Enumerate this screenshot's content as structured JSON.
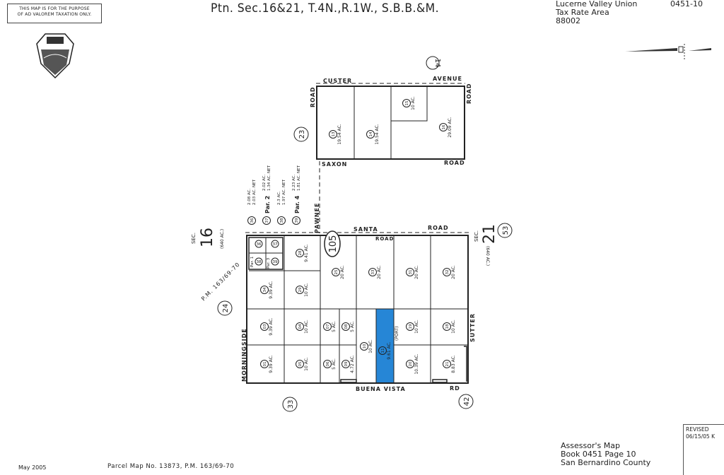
{
  "header": {
    "disclaimer": [
      "THIS MAP IS FOR THE PURPOSE",
      "OF AD VALOREM TAXATION ONLY."
    ],
    "title": "Ptn. Sec.16&21, T.4N.,R.1W., S.B.B.&M.",
    "tax_rate_area": [
      "Lucerne Valley Union",
      "Tax Rate Area",
      "88002"
    ],
    "map_code": "0451-10"
  },
  "footer": {
    "date": "May 2005",
    "parcel_map": "Parcel Map No. 13873, P.M. 163/69-70",
    "assessor": [
      "Assessor's Map",
      "Book 0451 Page 10",
      "San Bernardino County"
    ],
    "revised_label": "REVISED",
    "revised_date": "06/15/05 K"
  },
  "roads": {
    "custer": "CUSTER",
    "avenue": "AVENUE",
    "road_left": "ROAD",
    "road_right": "ROAD",
    "saxon": "SAXON",
    "saxon_road": "ROAD",
    "santa": "SANTA",
    "santa_road": "ROAD",
    "santa_road2": "ROAD",
    "pawnee": "PAWNEE",
    "morningside": "MORNINGSIDE",
    "sutter": "SUTTER",
    "buena_vista": "BUENA VISTA",
    "rd": "RD"
  },
  "page_refs": [
    "14",
    "23",
    "105",
    "53",
    "24",
    "33",
    "42"
  ],
  "sections": {
    "sec16": {
      "label": "SEC.",
      "number": "16",
      "area": "(640 AC.)"
    },
    "sec21": {
      "label": "SEC.",
      "number": "21",
      "area": "(640 AC.)"
    },
    "pm_ref": "P.M. 163/69-70"
  },
  "upper_block": {
    "parcels": [
      {
        "no": "13",
        "acres": "19.54 AC."
      },
      {
        "no": "14",
        "acres": "19.54 AC."
      },
      {
        "no": "15",
        "acres": "10 AC."
      },
      {
        "no": "16",
        "acres": "29.09 AC."
      }
    ]
  },
  "lower_block": {
    "parcels": [
      {
        "no": "28",
        "acres": "9.41 AC."
      },
      {
        "no": "34",
        "acres": "9.39 AC."
      },
      {
        "no": "29",
        "acres": "10 AC."
      },
      {
        "no": "25",
        "acres": "20 AC."
      },
      {
        "no": "33",
        "acres": "20 AC."
      },
      {
        "no": "31",
        "acres": "20 AC."
      },
      {
        "no": "32",
        "acres": "20 AC."
      },
      {
        "no": "03",
        "acres": "9.39 AC."
      },
      {
        "no": "04",
        "acres": "10 AC."
      },
      {
        "no": "07",
        "acres": "5 AC."
      },
      {
        "no": "08",
        "acres": "5 AC."
      },
      {
        "no": "10",
        "acres": "10 AC."
      },
      {
        "no": "11",
        "acres": "9.61 AC."
      },
      {
        "no": "19",
        "acres": "10 AC."
      },
      {
        "no": "18",
        "acres": "10 AC."
      },
      {
        "no": "01",
        "acres": "9.39 AC."
      },
      {
        "no": "05",
        "acres": "10 AC."
      },
      {
        "no": "06",
        "acres": "5 AC."
      },
      {
        "no": "09",
        "acres": "4.72 AC."
      },
      {
        "no": "20",
        "acres": "10.39 AC."
      },
      {
        "no": "21",
        "acres": "8.83 AC."
      }
    ],
    "small_parcels": [
      "37",
      "39",
      "36",
      "38"
    ],
    "par_labels": [
      "Par. 1",
      "Par. 3"
    ],
    "port_note": "(PORT)",
    "highlight_color": "#1a7fd4"
  },
  "side_notes": [
    {
      "no": "36",
      "par": "",
      "gross": "2.08 AC.",
      "net": "2.03 AC. NET"
    },
    {
      "no": "37",
      "par": "Par. 2",
      "gross": "2.02 AC.",
      "net": "1.34 AC. NET"
    },
    {
      "no": "38",
      "par": "",
      "gross": "2.3 AC.",
      "net": "1.97 AC. NET"
    },
    {
      "no": "39",
      "par": "Par. 4",
      "gross": "2.23 AC.",
      "net": "1.81 AC. NET"
    }
  ]
}
